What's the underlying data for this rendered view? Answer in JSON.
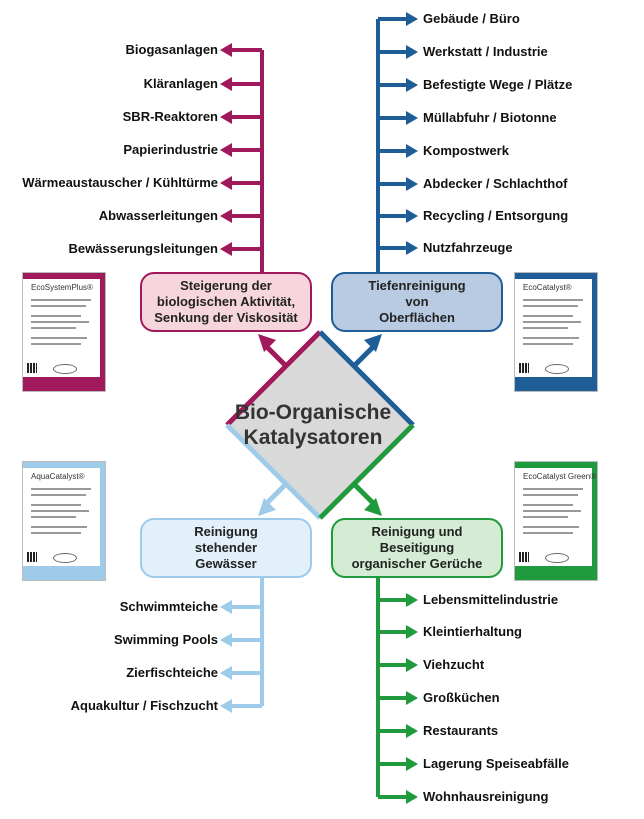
{
  "center": {
    "title": "Bio-Organische\nKatalysatoren"
  },
  "branches": {
    "top_left": {
      "box": "Steigerung der\nbiologischen Aktivität,\nSenkung der Viskosität",
      "color": "#a0195a",
      "box_fill": "#f6d5dd",
      "product_brand": "EcoSystemPlus®",
      "items": [
        "Biogasanlagen",
        "Kläranlagen",
        "SBR-Reaktoren",
        "Papierindustrie",
        "Wärmeaustauscher / Kühltürme",
        "Abwasserleitungen",
        "Bewässerungsleitungen"
      ]
    },
    "top_right": {
      "box": "Tiefenreinigung\nvon\nOberflächen",
      "color": "#1e5d96",
      "box_fill": "#b9cbe3",
      "product_brand": "EcoCatalyst®",
      "items": [
        "Gebäude / Büro",
        "Werkstatt / Industrie",
        "Befestigte Wege / Plätze",
        "Müllabfuhr / Biotonne",
        "Kompostwerk",
        "Abdecker / Schlachthof",
        "Recycling / Entsorgung",
        "Nutzfahrzeuge"
      ]
    },
    "bottom_left": {
      "box": "Reinigung\nstehender\nGewässer",
      "color": "#9ecbea",
      "box_fill": "#e2f0fa",
      "product_brand": "AquaCatalyst®",
      "items": [
        "Schwimmteiche",
        "Swimming Pools",
        "Zierfischteiche",
        "Aquakultur / Fischzucht"
      ]
    },
    "bottom_right": {
      "box": "Reinigung und\nBeseitigung\norganischer Gerüche",
      "color": "#1f9a3c",
      "box_fill": "#d3ecd3",
      "product_brand": "EcoCatalyst Green®",
      "items": [
        "Lebensmittelindustrie",
        "Kleintierhaltung",
        "Viehzucht",
        "Großküchen",
        "Restaurants",
        "Lagerung Speiseabfälle",
        "Wohnhausreinigung"
      ]
    }
  },
  "diamond_fill": "#d9d9d9"
}
